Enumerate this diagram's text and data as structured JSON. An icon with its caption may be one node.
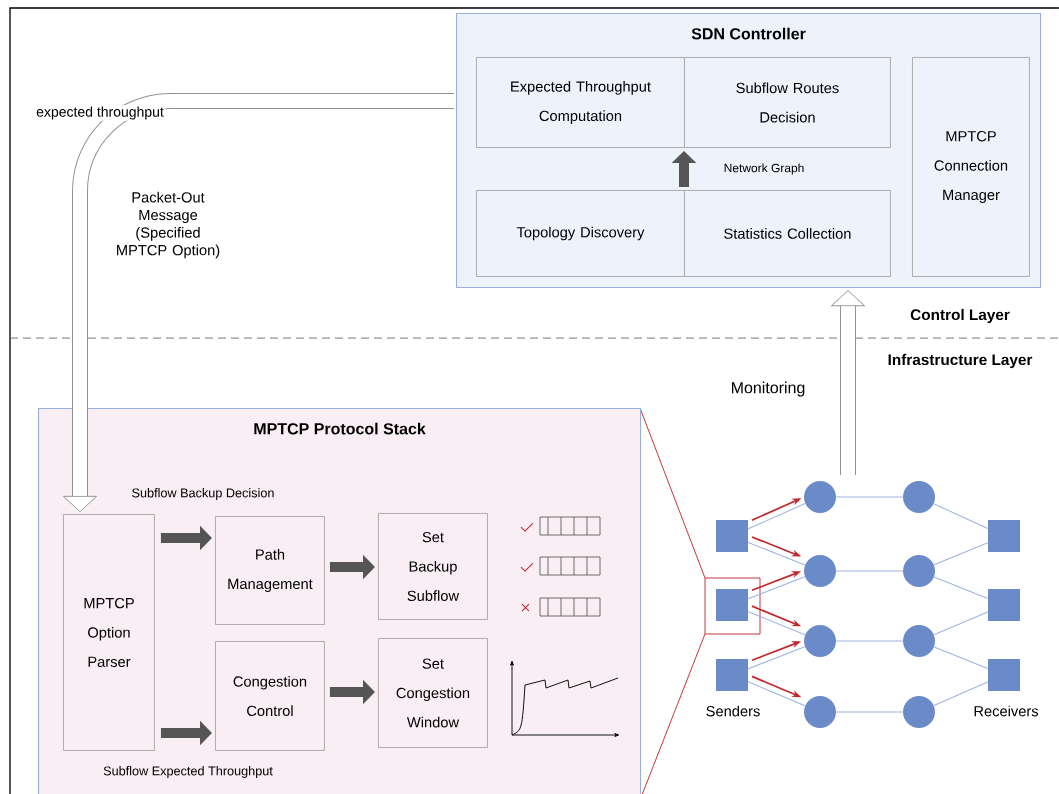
{
  "diagram": {
    "nodes": [
      {
        "text": [
          "SDN Controller"
        ]
      },
      {
        "text": [
          "Expected Throughput Computation"
        ],
        "in": 0
      },
      {
        "text": [
          "Subflow Routes Decision"
        ],
        "in": 0
      },
      {
        "text": [
          "Topology Discovery"
        ],
        "in": 0
      },
      {
        "text": [
          "Statistics Collection"
        ],
        "in": 0
      },
      {
        "text": [
          "MPTCP Connection Manager"
        ],
        "in": 0
      },
      {
        "text": [
          "MPTCP Protocol Stack"
        ]
      },
      {
        "text": [
          "MPTCP Option Parser"
        ],
        "in": 6
      },
      {
        "text": [
          "Path Management"
        ],
        "in": 6
      },
      {
        "text": [
          "Congestion Control"
        ],
        "in": 6
      },
      {
        "text": [
          "Set Backup Subflow"
        ],
        "in": 6
      },
      {
        "text": [
          "Set Congestion Window"
        ],
        "in": 6
      },
      {
        "text": [],
        "shape": "box"
      },
      {
        "text": [],
        "shape": "box"
      },
      {
        "text": [],
        "shape": "box"
      },
      {
        "text": [],
        "shape": "circle"
      },
      {
        "text": [],
        "shape": "circle"
      },
      {
        "text": [],
        "shape": "circle"
      },
      {
        "text": [],
        "shape": "circle"
      },
      {
        "text": [],
        "shape": "circle"
      },
      {
        "text": [],
        "shape": "circle"
      },
      {
        "text": [],
        "shape": "circle"
      },
      {
        "text": [],
        "shape": "circle"
      },
      {
        "text": [],
        "shape": "box"
      },
      {
        "text": [],
        "shape": "box"
      },
      {
        "text": [],
        "shape": "box"
      }
    ],
    "edges": [
      {
        "from": 0,
        "to": 7,
        "arrow": "to",
        "label": "Packet-Out Message (Specified MPTCP Option)",
        "style": "thick"
      },
      {
        "from": null,
        "to": 0,
        "arrow": "to",
        "label": "Monitoring",
        "style": "thick"
      },
      {
        "from": 4,
        "to": 2,
        "arrow": "to",
        "label": "Network Graph",
        "style": "thick",
        "color": "#555555"
      },
      {
        "from": 7,
        "to": 8,
        "arrow": "to",
        "label": "Subflow Backup Decision",
        "style": "thick",
        "color": "#555555"
      },
      {
        "from": 7,
        "to": 9,
        "arrow": "to",
        "label": "Subflow Expected Throughput",
        "style": "thick",
        "color": "#555555"
      },
      {
        "from": 8,
        "to": 10,
        "arrow": "to",
        "style": "thick",
        "color": "#555555"
      },
      {
        "from": 9,
        "to": 11,
        "arrow": "to",
        "style": "thick",
        "color": "#555555"
      },
      {
        "from": 12,
        "to": 15,
        "arrow": "to",
        "color": "#c0282d"
      },
      {
        "from": 12,
        "to": 16,
        "arrow": "to",
        "color": "#c0282d"
      },
      {
        "from": 13,
        "to": 16,
        "arrow": "to",
        "color": "#c0282d"
      },
      {
        "from": 13,
        "to": 17,
        "arrow": "to",
        "color": "#c0282d"
      },
      {
        "from": 14,
        "to": 17,
        "arrow": "to",
        "color": "#c0282d"
      },
      {
        "from": 14,
        "to": 18,
        "arrow": "to",
        "color": "#c0282d"
      },
      {
        "from": 12,
        "to": 15,
        "arrow": "none"
      },
      {
        "from": 12,
        "to": 16,
        "arrow": "none"
      },
      {
        "from": 13,
        "to": 16,
        "arrow": "none"
      },
      {
        "from": 13,
        "to": 17,
        "arrow": "none"
      },
      {
        "from": 14,
        "to": 17,
        "arrow": "none"
      },
      {
        "from": 14,
        "to": 18,
        "arrow": "none"
      },
      {
        "from": 15,
        "to": 19,
        "arrow": "none"
      },
      {
        "from": 16,
        "to": 20,
        "arrow": "none"
      },
      {
        "from": 17,
        "to": 21,
        "arrow": "none"
      },
      {
        "from": 18,
        "to": 22,
        "arrow": "none"
      },
      {
        "from": 19,
        "to": 23,
        "arrow": "none"
      },
      {
        "from": 20,
        "to": 23,
        "arrow": "none"
      },
      {
        "from": 20,
        "to": 24,
        "arrow": "none"
      },
      {
        "from": 21,
        "to": 24,
        "arrow": "none"
      },
      {
        "from": 21,
        "to": 25,
        "arrow": "none"
      },
      {
        "from": 22,
        "to": 25,
        "arrow": "none"
      }
    ],
    "labels": [
      "expected throughput",
      "Control Layer",
      "Infrastructure Layer",
      "Senders",
      "Receivers"
    ]
  }
}
